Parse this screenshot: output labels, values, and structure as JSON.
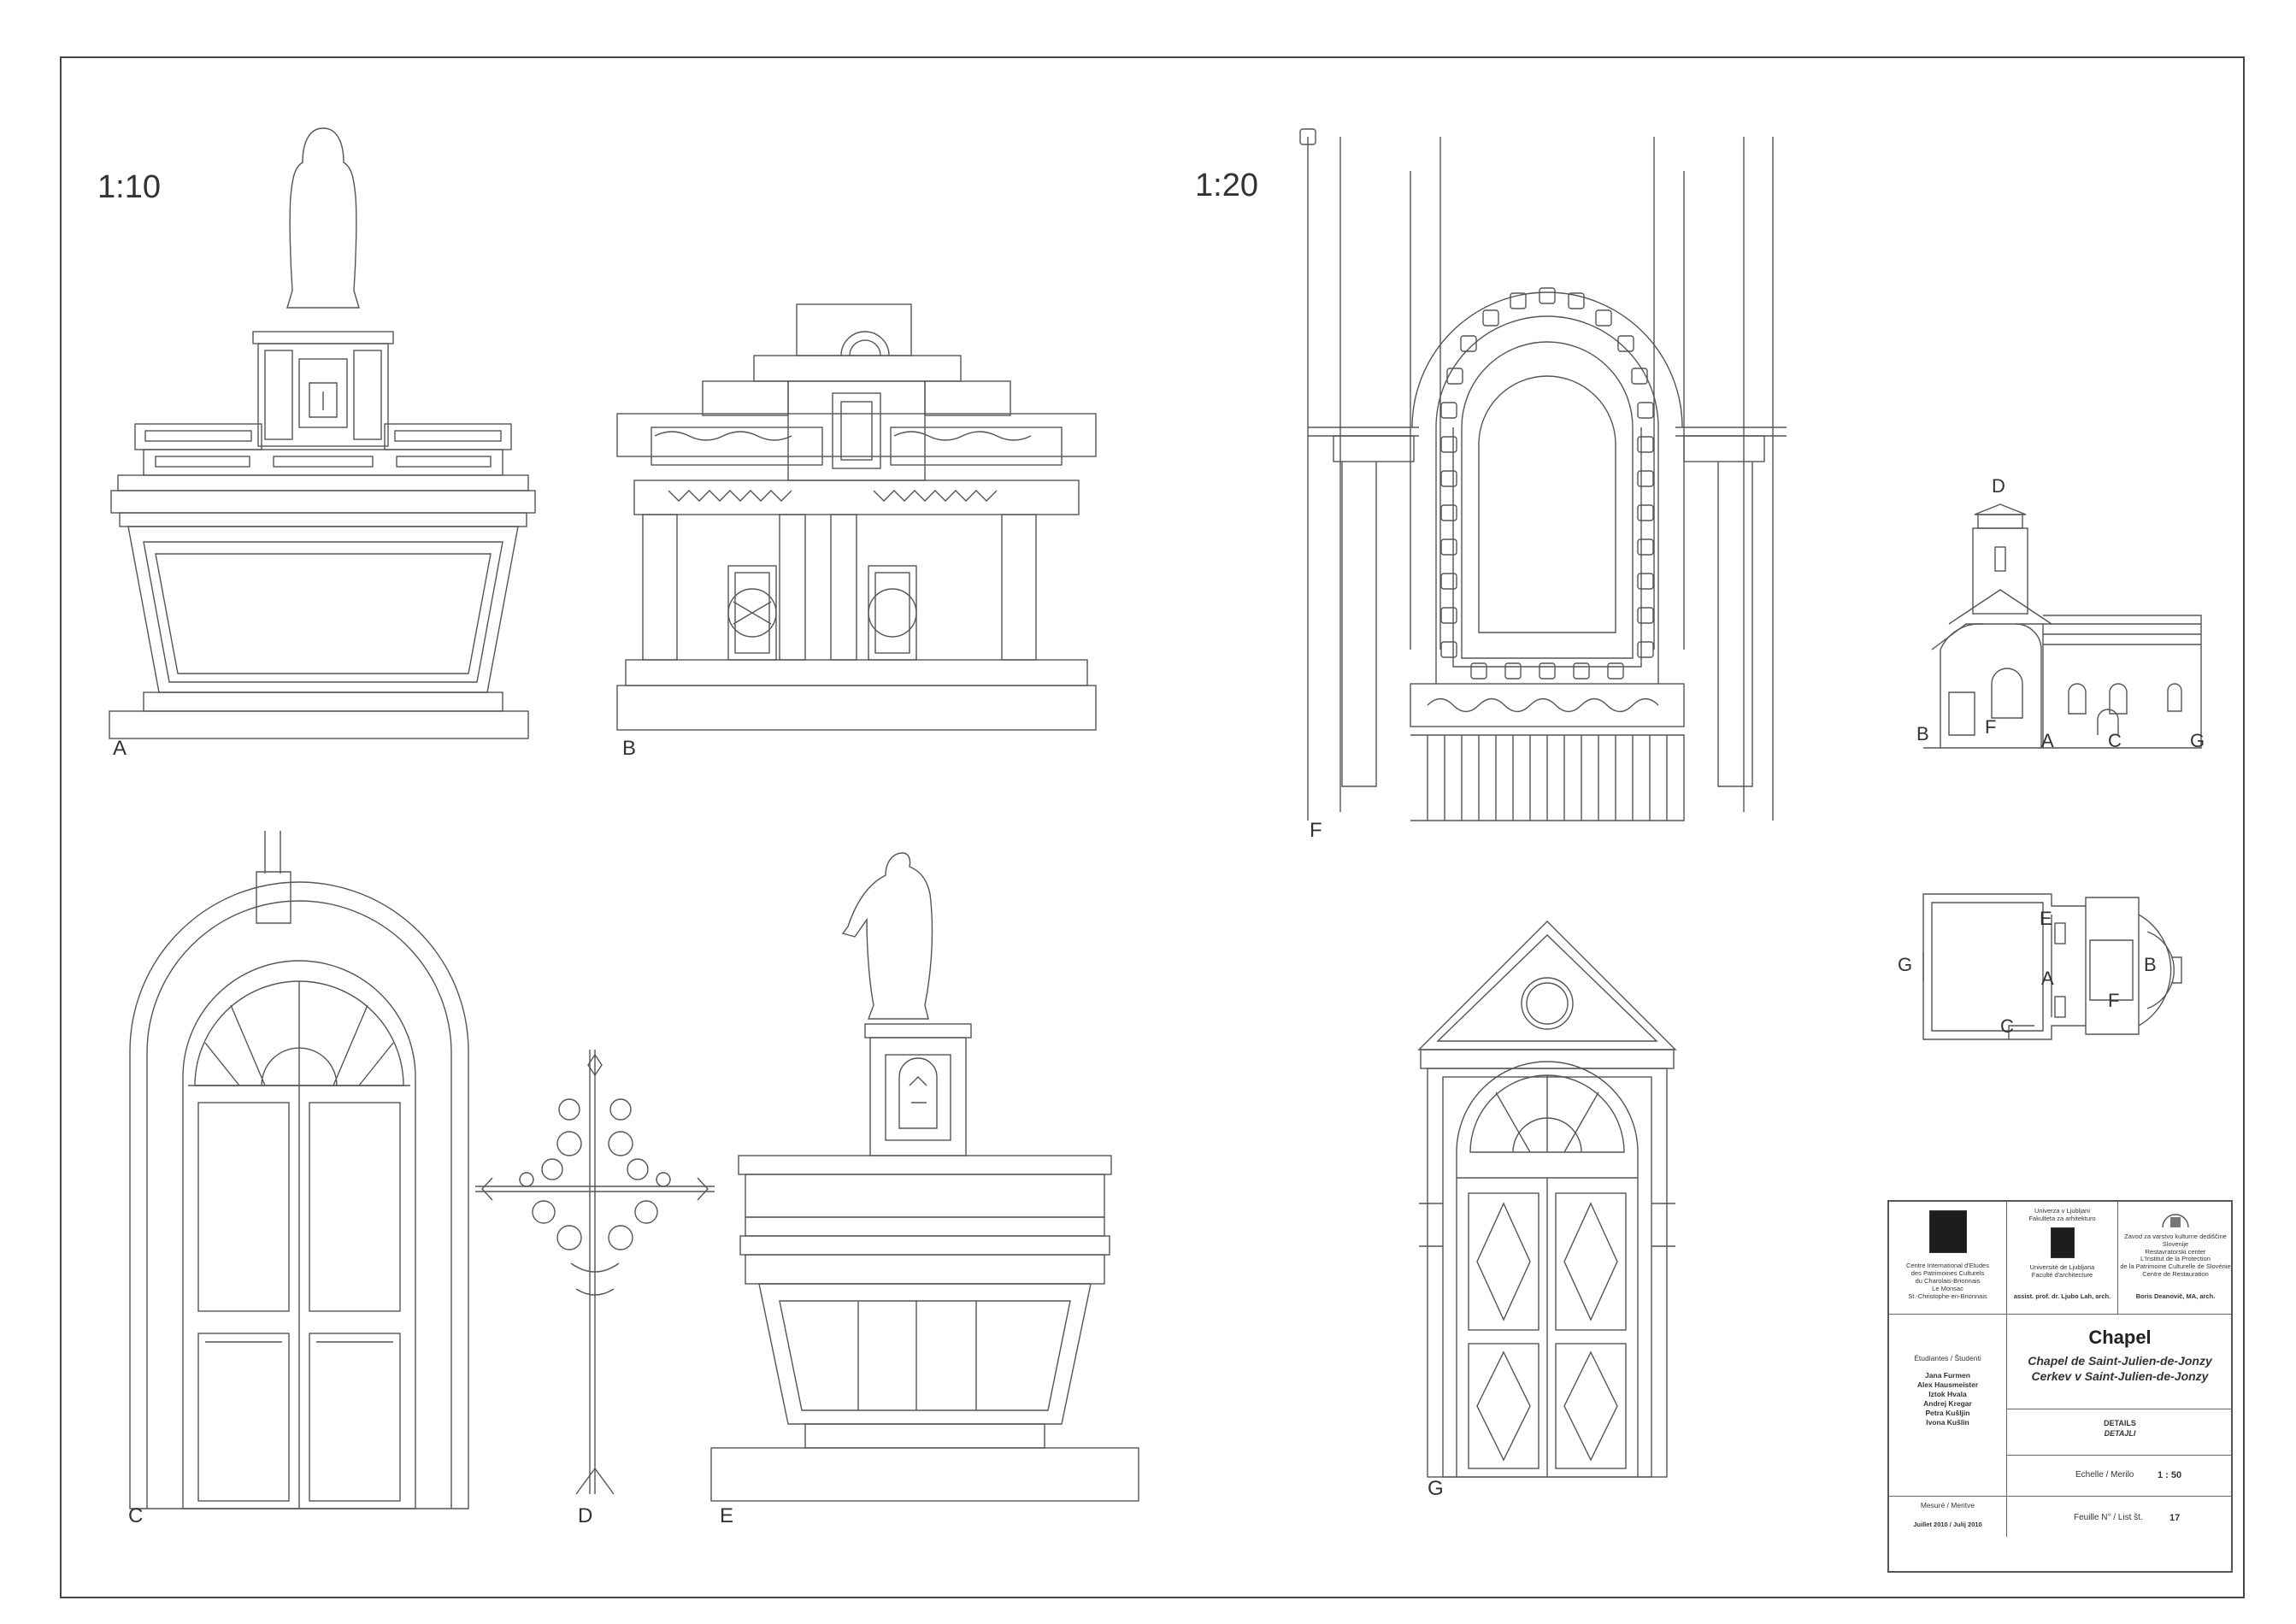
{
  "scales": {
    "left": "1:10",
    "right": "1:20"
  },
  "labels": {
    "A": "A",
    "B": "B",
    "C": "C",
    "D": "D",
    "E": "E",
    "F": "F",
    "G": "G"
  },
  "elevation_labels": {
    "D": "D",
    "B": "B",
    "F": "F",
    "A": "A",
    "C": "C",
    "G": "G"
  },
  "plan_labels": {
    "E": "E",
    "G": "G",
    "A": "A",
    "B": "B",
    "F": "F",
    "C": "C"
  },
  "title_block": {
    "org1": {
      "line1": "Centre International d'Etudes",
      "line2": "des Patrimoines Culturels",
      "line3": "du Charolais-Brionnais",
      "line4": "Le Monsac",
      "line5": "St.-Christophe-en-Brionnais"
    },
    "org2": {
      "head1": "Univerza v Ljubljani",
      "head2": "Fakulteta za arhitekturo",
      "line1": "Université de Ljubljana",
      "line2": "Faculté d'architecture",
      "prof": "assist. prof. dr. Ljubo Lah, arch."
    },
    "org3": {
      "head1": "Zavod za varstvo kulturne dediščine Slovenije",
      "head2": "Restavratorski center",
      "line1": "L'Institut de la Protection",
      "line2": "de la Patrimoine Culturelle de Slovénie",
      "line3": "Centre de Restauration",
      "arch": "Boris Deanovič, MA, arch."
    },
    "students_heading": "Étudiantes / Študenti",
    "students": [
      "Jana Furmen",
      "Alex Hausmeister",
      "Iztok Hvala",
      "Andrej Kregar",
      "Petra Kušljin",
      "Ivona Kušlin"
    ],
    "title": "Chapel",
    "subtitle1": "Chapel de Saint-Julien-de-Jonzy",
    "subtitle2": "Cerkev v Saint-Julien-de-Jonzy",
    "details1": "DETAILS",
    "details2": "DETAJLI",
    "scale_label": "Echelle / Merilo",
    "scale_value": "1 : 50",
    "measured": "Mesuré / Meritve",
    "date": "Juillet 2010 / Julij 2010",
    "sheet_label": "Feuille N° / List št.",
    "sheet_no": "17"
  }
}
